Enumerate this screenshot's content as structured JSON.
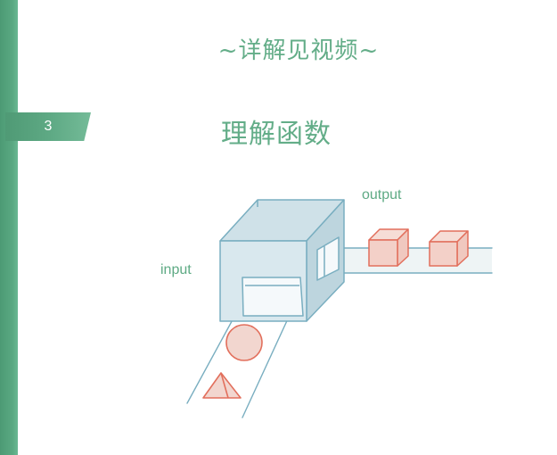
{
  "slide": {
    "page_number": "3",
    "note_title": "~详解见视频~",
    "section_title": "理解函数"
  },
  "diagram": {
    "input_label": "input",
    "output_label": "output",
    "colors": {
      "accent_green": "#63ad88",
      "box_blue": "#79aec0",
      "box_fill": "#d8e8ee",
      "shape_red": "#e26f5c",
      "shape_fill": "#f2d6cf"
    }
  }
}
